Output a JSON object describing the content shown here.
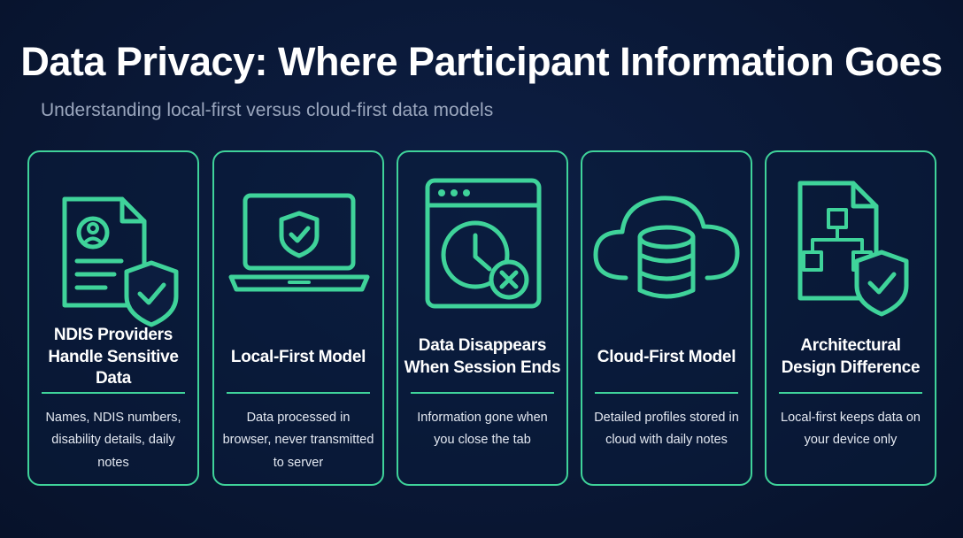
{
  "header": {
    "title": "Data Privacy: Where Participant Information Goes",
    "subtitle": "Understanding local-first versus cloud-first data models"
  },
  "colors": {
    "background": "#0a1836",
    "accent": "#3fd39a",
    "text": "#ffffff",
    "subtitle": "#9aa6bd"
  },
  "cards": [
    {
      "icon": "document-person-shield-icon",
      "title": "NDIS Providers Handle Sensitive Data",
      "description": "Names, NDIS numbers, disability details, daily notes"
    },
    {
      "icon": "laptop-shield-icon",
      "title": "Local-First Model",
      "description": "Data processed in browser, never transmitted to server"
    },
    {
      "icon": "browser-clock-icon",
      "title": "Data Disappears When Session Ends",
      "description": "Information gone when you close the tab"
    },
    {
      "icon": "cloud-database-icon",
      "title": "Cloud-First Model",
      "description": "Detailed profiles stored in cloud with daily notes"
    },
    {
      "icon": "document-diagram-shield-icon",
      "title": "Architectural Design Difference",
      "description": "Local-first keeps data on your device only"
    }
  ]
}
